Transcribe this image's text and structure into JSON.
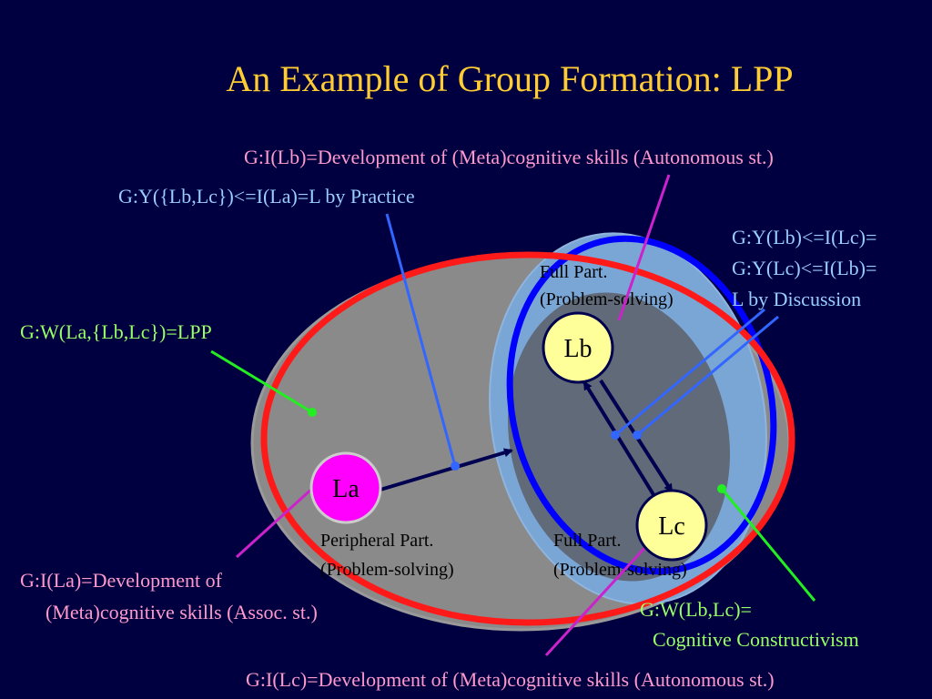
{
  "title": "An Example of Group Formation: LPP",
  "colors": {
    "background": "#000040",
    "title": "#ffcc33",
    "pink_text": "#ff99cc",
    "blue_text": "#99ccff",
    "green_text": "#99ff66",
    "red_ellipse": "#ff1a1a",
    "blue_ellipse": "#0000ff",
    "gray_ellipse": "#808080",
    "la_node": "#ff00ff",
    "node_fill": "#ffff99"
  },
  "nodes": {
    "la": "La",
    "lb": "Lb",
    "lc": "Lc"
  },
  "region_labels": {
    "peripheral_line1": "Peripheral Part.",
    "peripheral_line2": "(Problem-solving)",
    "full_bottom_line1": "Full Part.",
    "full_bottom_line2": "(Problem-solving)",
    "full_top_line1": "Full Part.",
    "full_top_line2": "(Problem-solving)"
  },
  "annotations": {
    "i_lb": "G:I(Lb)=Development of (Meta)cognitive skills (Autonomous st.)",
    "y_group": "G:Y({Lb,Lc})<=I(La)=L by Practice",
    "y_discussion_line1": "G:Y(Lb)<=I(Lc)=",
    "y_discussion_line2": "G:Y(Lc)<=I(Lb)=",
    "y_discussion_line3": "L by Discussion",
    "w_lpp": "G:W(La,{Lb,Lc})=LPP",
    "i_la_line1": "G:I(La)=Development of",
    "i_la_line2": "(Meta)cognitive skills (Assoc. st.)",
    "w_lblc_line1": "G:W(Lb,Lc)=",
    "w_lblc_line2": "Cognitive Constructivism",
    "i_lc": "G:I(Lc)=Development of (Meta)cognitive skills (Autonomous st.)"
  }
}
